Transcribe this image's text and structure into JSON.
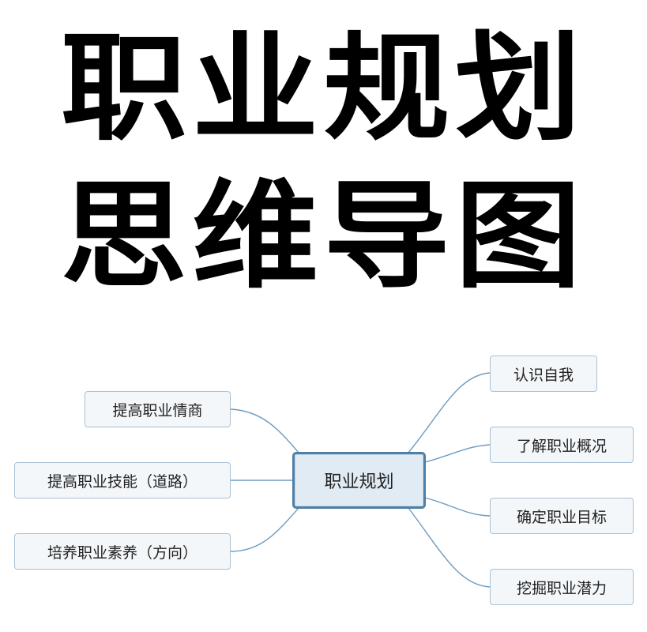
{
  "title": {
    "line1": "职业规划",
    "line2": "思维导图"
  },
  "mindmap": {
    "center": "职业规划",
    "left_branches": [
      "提高职业情商",
      "提高职业技能（道路）",
      "培养职业素养（方向）"
    ],
    "right_branches": [
      "认识自我",
      "了解职业概况",
      "确定职业目标",
      "挖掘职业潜力"
    ],
    "colors": {
      "connector": "#6d9bc0",
      "node_border": "#a9c0d3",
      "node_fill": "#f3f7fa",
      "center_border": "#4f7fa6",
      "center_fill": "#e1ebf4"
    }
  }
}
